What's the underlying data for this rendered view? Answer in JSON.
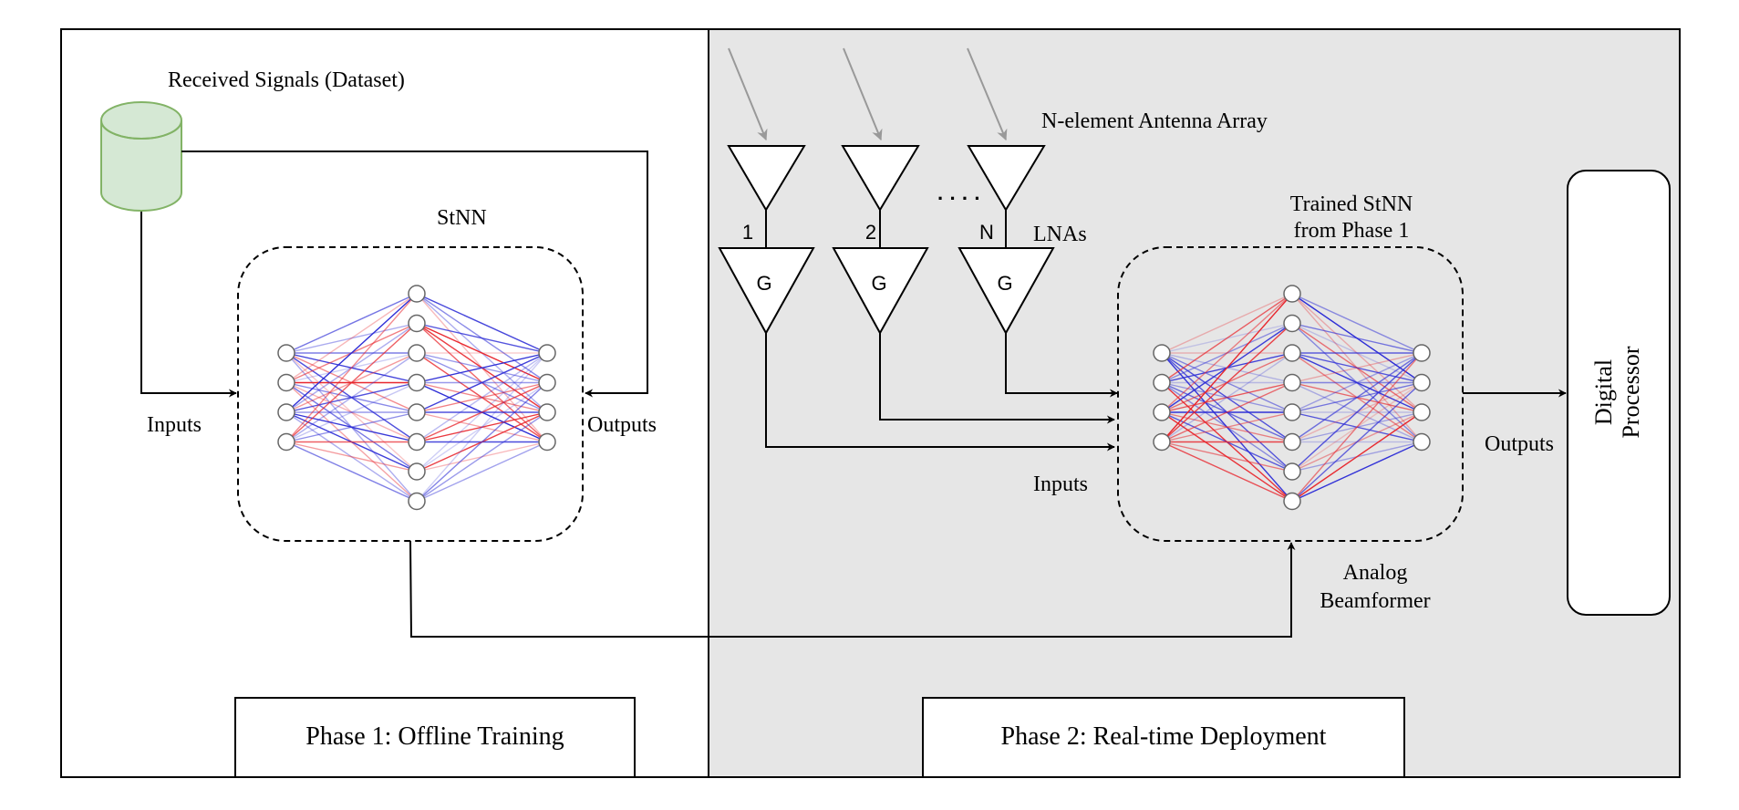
{
  "colors": {
    "training_bg": "#ffffff",
    "deployment_bg": "#e6e6e6",
    "dataset_fill": "#d5e8d4",
    "dataset_stroke": "#82b366",
    "signal_arrow": "#999999",
    "weight_positive": "#e8232a",
    "weight_negative": "#2c2cd6",
    "line": "#000000"
  },
  "phase1": {
    "dataset_label": "Received Signals (Dataset)",
    "network_title": "StNN",
    "inputs_label": "Inputs",
    "outputs_label": "Outputs",
    "phase_label": "Phase 1: Offline Training"
  },
  "phase2": {
    "array_label": "N-element Antenna Array",
    "antenna_indices": [
      "1",
      "2",
      "N"
    ],
    "ellipsis": "· · · ·",
    "lna_label": "LNAs",
    "lna_gain_symbol": "G",
    "network_title_line1": "Trained StNN",
    "network_title_line2": "from Phase 1",
    "inputs_label": "Inputs",
    "outputs_label": "Outputs",
    "beamformer_line1": "Analog",
    "beamformer_line2": "Beamformer",
    "processor_line1": "Digital",
    "processor_line2": "Processor",
    "phase_label": "Phase 2: Real-time Deployment"
  },
  "network_layers": [
    4,
    8,
    4
  ]
}
